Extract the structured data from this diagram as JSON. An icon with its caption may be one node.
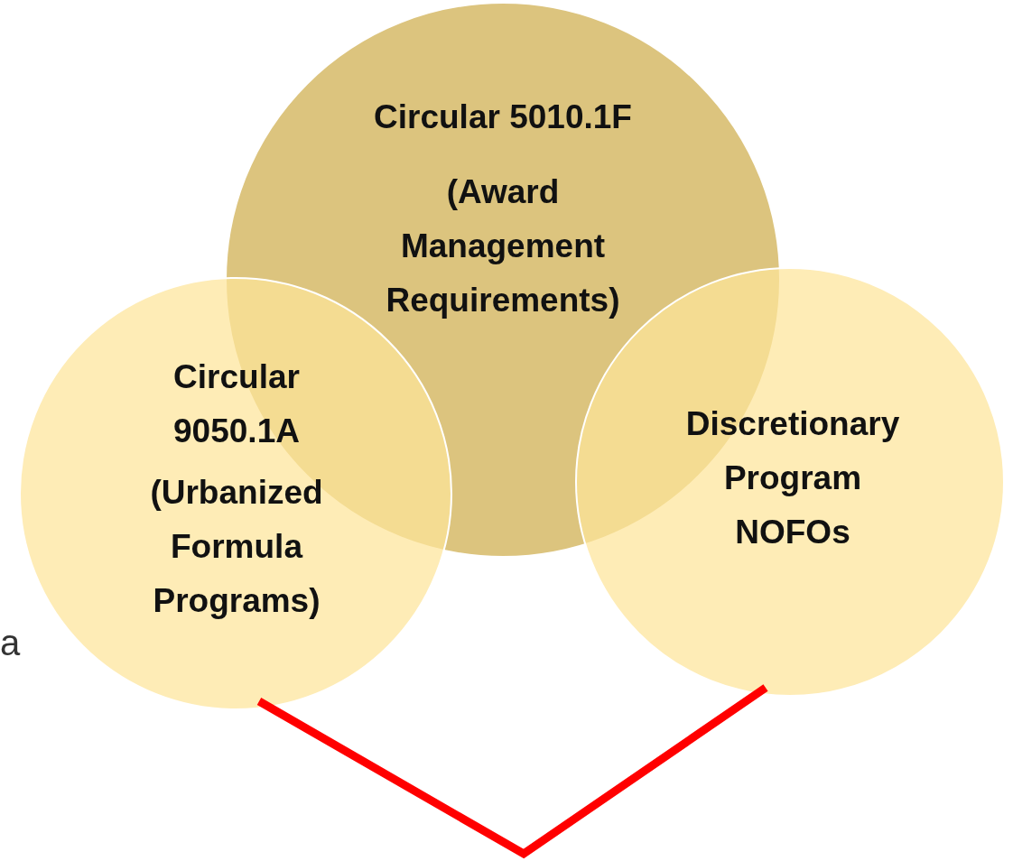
{
  "diagram": {
    "nodes": [
      {
        "text": [
          "Circular 5010.1F",
          "(Award Management Requirements)"
        ]
      },
      {
        "text": [
          "Circular 9050.1A",
          "(Urbanized Formula Programs)"
        ]
      },
      {
        "text": [
          "Discretionary Program NOFOs"
        ]
      }
    ],
    "labels": [
      "a"
    ]
  }
}
